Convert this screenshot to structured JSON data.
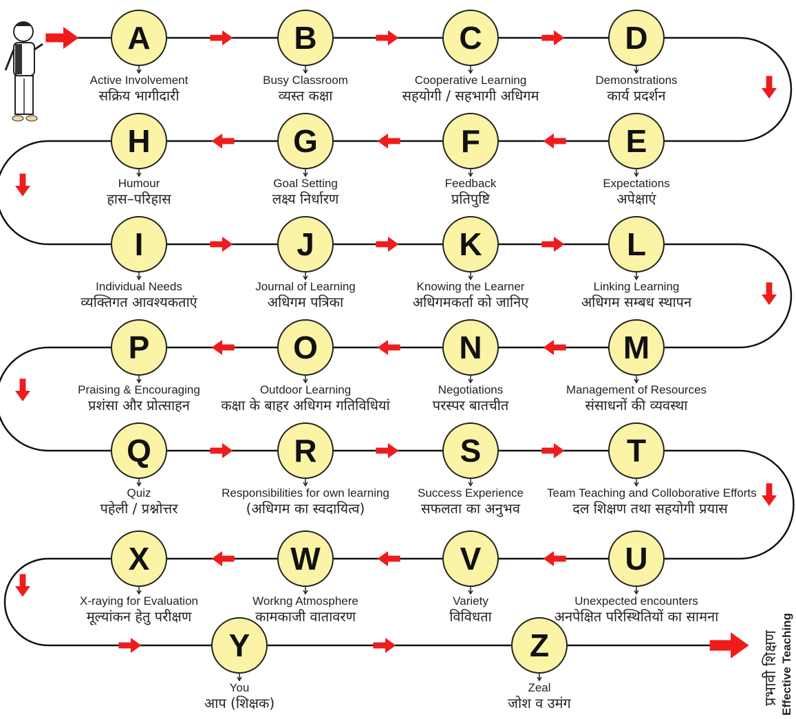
{
  "nodes": [
    {
      "letter": "A",
      "en": "Active Involvement",
      "hi": "सक्रिय भागीदारी"
    },
    {
      "letter": "B",
      "en": "Busy Classroom",
      "hi": "व्यस्त कक्षा"
    },
    {
      "letter": "C",
      "en": "Cooperative Learning",
      "hi": "सहयोगी / सहभागी अधिगम"
    },
    {
      "letter": "D",
      "en": "Demonstrations",
      "hi": "कार्य प्रदर्शन"
    },
    {
      "letter": "E",
      "en": "Expectations",
      "hi": "अपेक्षाएं"
    },
    {
      "letter": "F",
      "en": "Feedback",
      "hi": "प्रतिपुष्टि"
    },
    {
      "letter": "G",
      "en": "Goal Setting",
      "hi": "लक्ष्य निर्धारण"
    },
    {
      "letter": "H",
      "en": "Humour",
      "hi": "हास–परिहास"
    },
    {
      "letter": "I",
      "en": "Individual Needs",
      "hi": "व्यक्तिगत आवश्यकताएं"
    },
    {
      "letter": "J",
      "en": "Journal of Learning",
      "hi": "अधिगम पत्रिका"
    },
    {
      "letter": "K",
      "en": "Knowing the Learner",
      "hi": "अधिगमकर्ता को जानिए"
    },
    {
      "letter": "L",
      "en": "Linking Learning",
      "hi": "अधिगम सम्बध स्थापन"
    },
    {
      "letter": "M",
      "en": "Management of Resources",
      "hi": "संसाधनों की व्यवस्था"
    },
    {
      "letter": "N",
      "en": "Negotiations",
      "hi": "परस्पर बातचीत"
    },
    {
      "letter": "O",
      "en": "Outdoor Learning",
      "hi": "कक्षा के बाहर अधिगम गतिविधियां"
    },
    {
      "letter": "P",
      "en": "Praising & Encouraging",
      "hi": "प्रशंसा और प्रोत्साहन"
    },
    {
      "letter": "Q",
      "en": "Quiz",
      "hi": "पहेली / प्रश्नोत्तर"
    },
    {
      "letter": "R",
      "en": "Responsibilities for own learning",
      "hi": "(अधिगम का स्वदायित्व)"
    },
    {
      "letter": "S",
      "en": "Success Experience",
      "hi": "सफलता का अनुभव"
    },
    {
      "letter": "T",
      "en": "Team Teaching and Colloborative Efforts",
      "hi": "दल शिक्षण तथा सहयोगी प्रयास"
    },
    {
      "letter": "U",
      "en": "Unexpected encounters",
      "hi": "अनपेक्षित परिस्थितियों का सामना"
    },
    {
      "letter": "V",
      "en": "Variety",
      "hi": "विविधता"
    },
    {
      "letter": "W",
      "en": "Workng Atmosphere",
      "hi": "कामकाजी वातावरण"
    },
    {
      "letter": "X",
      "en": "X-raying for Evaluation",
      "hi": "मूल्यांकन हेतु परीक्षण"
    },
    {
      "letter": "Y",
      "en": "You",
      "hi": "आप (शिक्षक)"
    },
    {
      "letter": "Z",
      "en": "Zeal",
      "hi": "जोश व उमंग"
    }
  ],
  "outcome": {
    "hi": "प्रभावी शिक्षण",
    "en": "Effective Teaching"
  },
  "colors": {
    "node_fill": "#fbf3a6",
    "arrow": "#ee1c1c",
    "line": "#111111"
  },
  "icons": {
    "start": "teacher-figure-icon",
    "flow": "arrow-right-icon"
  }
}
